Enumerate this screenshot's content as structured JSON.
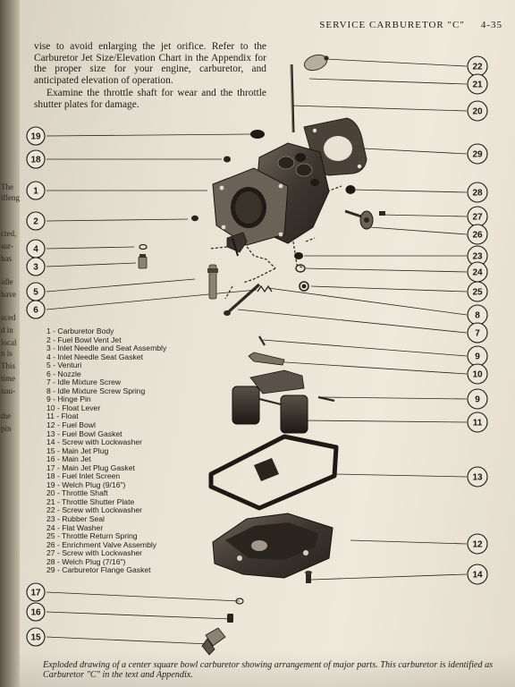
{
  "left_page_fragments": [
    "The",
    "ifleng",
    "cted,",
    "sur-",
    "has",
    "idle",
    "have",
    "aced",
    "d in",
    "local",
    "n is",
    "This",
    "time",
    "nau-",
    "the",
    "pin"
  ],
  "header": {
    "title": "SERVICE CARBURETOR \"C\"",
    "page_number": "4-35"
  },
  "body_text": {
    "paragraph_1": "vise to avoid enlarging the jet orifice. Refer to the Carburetor Jet Size/Elevation Chart in the Appendix for the proper size for your engine, carburetor, and anticipated elevation of operation.",
    "paragraph_2": "Examine the throttle shaft for wear and the throttle shutter plates for damage."
  },
  "legend": [
    "1 - Carburetor Body",
    "2 - Fuel Bowl Vent Jet",
    "3 - Inlet Needle and Seat Assembly",
    "4 - Inlet Needle Seat Gasket",
    "5 - Venturi",
    "6 - Nozzle",
    "7 - Idle Mixture Screw",
    "8 - Idle Mixture Screw Spring",
    "9 - Hinge Pin",
    "10 - Float Lever",
    "11 - Float",
    "12 - Fuel Bowl",
    "13 - Fuel Bowl Gasket",
    "14 - Screw with Lockwasher",
    "15 - Main Jet Plug",
    "16 - Main Jet",
    "17 - Main Jet Plug Gasket",
    "18 - Fuel Inlet Screen",
    "19 - Welch Plug (9/16\")",
    "20 - Throttle Shaft",
    "21 - Throttle Shutter Plate",
    "22 - Screw with Lockwasher",
    "23 - Rubber Seal",
    "24 - Flat Washer",
    "25 - Throttle Return Spring",
    "26 - Enrichment Valve Assembly",
    "27 - Screw with Lockwasher",
    "28 - Welch Plug (7/16\")",
    "29 - Carburetor Flange Gasket"
  ],
  "callouts": {
    "n1": "1",
    "n2": "2",
    "n3": "3",
    "n4": "4",
    "n5": "5",
    "n6": "6",
    "n7": "7",
    "n8": "8",
    "n9a": "9",
    "n9b": "9",
    "n10": "10",
    "n11": "11",
    "n12": "12",
    "n13": "13",
    "n14": "14",
    "n15": "15",
    "n16": "16",
    "n17": "17",
    "n18": "18",
    "n19": "19",
    "n20": "20",
    "n21": "21",
    "n22": "22",
    "n23": "23",
    "n24": "24",
    "n25": "25",
    "n26": "26",
    "n27": "27",
    "n28": "28",
    "n29": "29"
  },
  "caption": "Exploded drawing of a center square bowl carburetor showing arrangement of major parts. This carburetor is identified as Carburetor \"C\" in the text and Appendix.",
  "colors": {
    "paper": "#ebe5d8",
    "ink": "#1e1a16",
    "metal": "#3a3530"
  }
}
